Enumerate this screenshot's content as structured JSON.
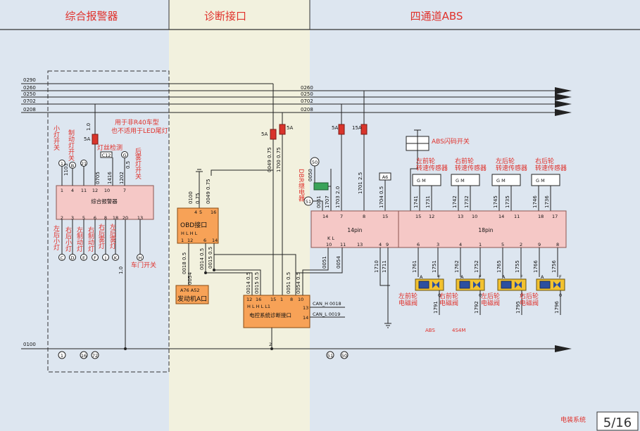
{
  "sections": {
    "left": "综合报警器",
    "middle": "诊断接口",
    "right": "四通道ABS"
  },
  "bus_lines": {
    "left": [
      "0290",
      "0260",
      "0250",
      "0702",
      "0208"
    ],
    "right": [
      "0260",
      "0250",
      "0702",
      "0208"
    ],
    "ground": "0100"
  },
  "fuses": {
    "alarm": "5A",
    "diag1": "5A",
    "diag2": "5A",
    "abs1": "5A",
    "abs2": "15A"
  },
  "alarm": {
    "title": "综合报警器",
    "wires": {
      "w1": "1.0",
      "w1103": "1103",
      "w0705": "0705",
      "w1416": "1416",
      "w1202": "1202",
      "w05": "0.5",
      "w10": "1.0"
    },
    "top_pins": [
      "1",
      "4",
      "11",
      "12",
      "10",
      "7"
    ],
    "bottom_pins": [
      "2",
      "3",
      "5",
      "6",
      "8",
      "18",
      "20",
      "13"
    ],
    "top_circles": [
      "1",
      "B",
      "21"
    ],
    "c12": "C12",
    "g_circle": "G",
    "bottom_circles": [
      "C",
      "D",
      "E",
      "F",
      "J",
      "K",
      "H"
    ],
    "top_labels": {
      "small_light": "小灯开关",
      "brake_light": "制动灯开关",
      "filament": "灯丝检测",
      "rear_fog": "后雾灯开关",
      "note1": "用于非R40车型",
      "note2": "也不适用于LED尾灯"
    },
    "bottom_labels": {
      "l1": "左后小灯",
      "l2": "右后小灯",
      "l3": "左制动灯",
      "l4": "右制动灯",
      "l5": "右后雾灯",
      "l6": "左后雾灯",
      "door": "车门开关"
    },
    "ground_circles": [
      "1",
      "16",
      "72"
    ]
  },
  "obd": {
    "title": "OBD接口",
    "pins_top": [
      "4",
      "5",
      "16"
    ],
    "hl": "H   L       H   L",
    "pins_bottom": [
      "1",
      "12",
      "6",
      "14"
    ],
    "wires_top": [
      "0100",
      "0.75",
      "0049 0.75"
    ],
    "wires_bottom": [
      "0018 0.5",
      "0014 0.5",
      "0015 0.5"
    ],
    "w0054": "0054",
    "engine_title": "A76 A52",
    "engine_label": "发动机A口",
    "diag_wires": [
      "0049 0.75",
      "1700 0.75"
    ]
  },
  "ecu": {
    "title": "电控系统诊断接口",
    "pins": [
      "12",
      "16",
      "15",
      "1",
      "8",
      "10"
    ],
    "hl": "H   L           H   L   L1",
    "side_pins": [
      "13",
      "14"
    ],
    "can_h": "CAN_H 0018",
    "can_l": "CAN_L 0019",
    "bottom_pin": "2",
    "wires": [
      "0014 0.5",
      "0015 0.5",
      "0051 0.5",
      "0054 0.5"
    ]
  },
  "abs": {
    "pin14_title": "14pin",
    "pin18_title": "18pin",
    "top_pins_14": [
      "14",
      "7",
      "8",
      "15"
    ],
    "top_pins_18": [
      "15",
      "12",
      "13",
      "10",
      "14",
      "11",
      "18",
      "17"
    ],
    "bottom_pins_14": [
      "10",
      "11",
      "13",
      "4",
      "9"
    ],
    "bottom_pins_18": [
      "6",
      "3",
      "4",
      "1",
      "5",
      "2",
      "9",
      "8"
    ],
    "kl": "K   L",
    "dbr_label": "DBR继电器",
    "dbr_wires": [
      "0050",
      "0051",
      "1707",
      "1703 2.0",
      "1701 2.5",
      "1704 0.5"
    ],
    "circle_50": "50",
    "circle_51": "51",
    "a6": "A6",
    "abs_switch": "ABS闪码开关",
    "sensors": [
      {
        "label": "左前轮转速传感器",
        "gm": "G   M",
        "wires": [
          "1741",
          "1731"
        ]
      },
      {
        "label": "右前轮转速传感器",
        "gm": "G   M",
        "wires": [
          "1742",
          "1732"
        ]
      },
      {
        "label": "左后轮转速传感器",
        "gm": "G   M",
        "wires": [
          "1745",
          "1735"
        ]
      },
      {
        "label": "右后轮转速传感器",
        "gm": "G   M",
        "wires": [
          "1746",
          "1736"
        ]
      }
    ],
    "valves": [
      {
        "label": "左前轮电磁阀",
        "wires": [
          "1761",
          "1751",
          "1791"
        ]
      },
      {
        "label": "右前轮电磁阀",
        "wires": [
          "1762",
          "1752",
          "1792"
        ]
      },
      {
        "label": "左后轮电磁阀",
        "wires": [
          "1765",
          "1755",
          "1795"
        ]
      },
      {
        "label": "右后轮电磁阀",
        "wires": [
          "1766",
          "1756",
          "1796"
        ]
      }
    ],
    "valve_pins": [
      "A",
      "F",
      "0"
    ],
    "lower_wires": [
      "0051",
      "0054",
      "1710",
      "1711"
    ],
    "abs_tag": "ABS",
    "model_tag": "4S4M",
    "ground_circles": [
      "51",
      "50"
    ]
  },
  "footer": {
    "label": "电装系统",
    "page": "5/16"
  },
  "colors": {
    "left_bg": "#dde6f0",
    "mid_bg": "#f2f1de",
    "right_bg": "#dde6f0",
    "module": "#f5c8c6",
    "orange": "#f7a257",
    "fuse": "#d9342b",
    "title_red": "#e0312b"
  }
}
